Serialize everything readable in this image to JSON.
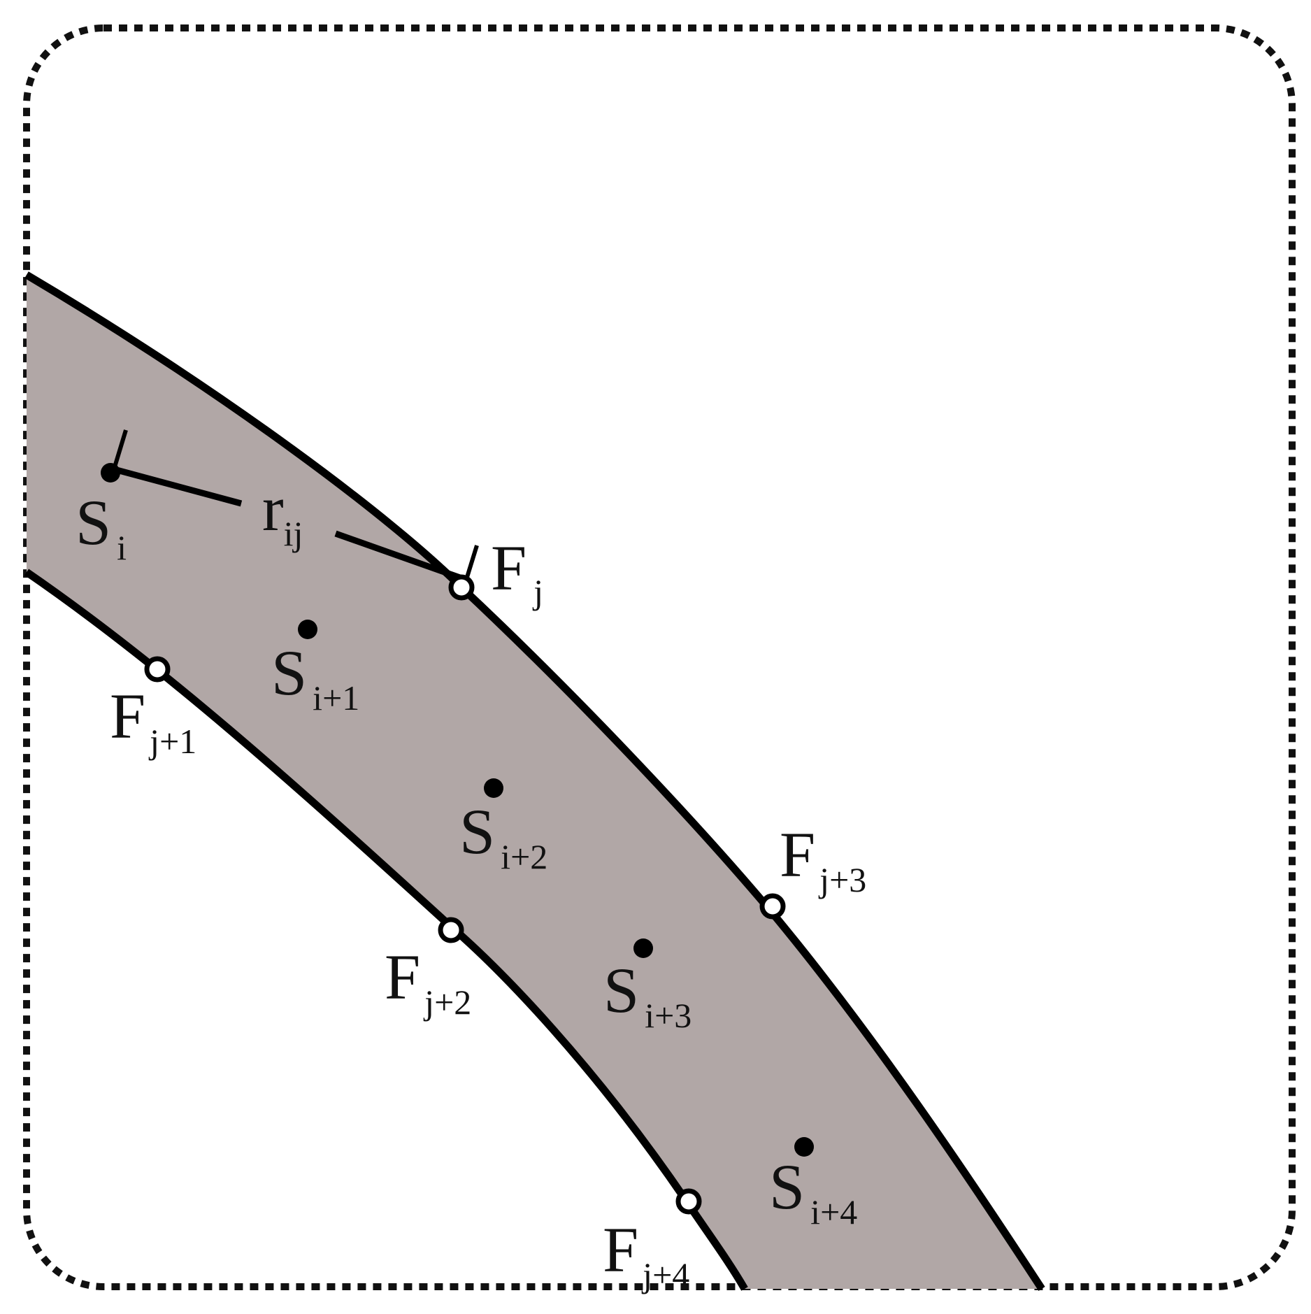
{
  "colors": {
    "band_fill": "#b1a7a6",
    "stroke": "#000000",
    "frame": "#111111",
    "background": "#ffffff",
    "hollow_node_fill": "#ffffff"
  },
  "labels": {
    "r": {
      "main": "r",
      "sub": "ij"
    },
    "S": [
      {
        "main": "S",
        "sub": "i"
      },
      {
        "main": "S",
        "sub": "i+1"
      },
      {
        "main": "S",
        "sub": "i+2"
      },
      {
        "main": "S",
        "sub": "i+3"
      },
      {
        "main": "S",
        "sub": "i+4"
      }
    ],
    "F": [
      {
        "main": "F",
        "sub": "j"
      },
      {
        "main": "F",
        "sub": "j+1"
      },
      {
        "main": "F",
        "sub": "j+2"
      },
      {
        "main": "F",
        "sub": "j+3"
      },
      {
        "main": "F",
        "sub": "j+4"
      }
    ]
  }
}
